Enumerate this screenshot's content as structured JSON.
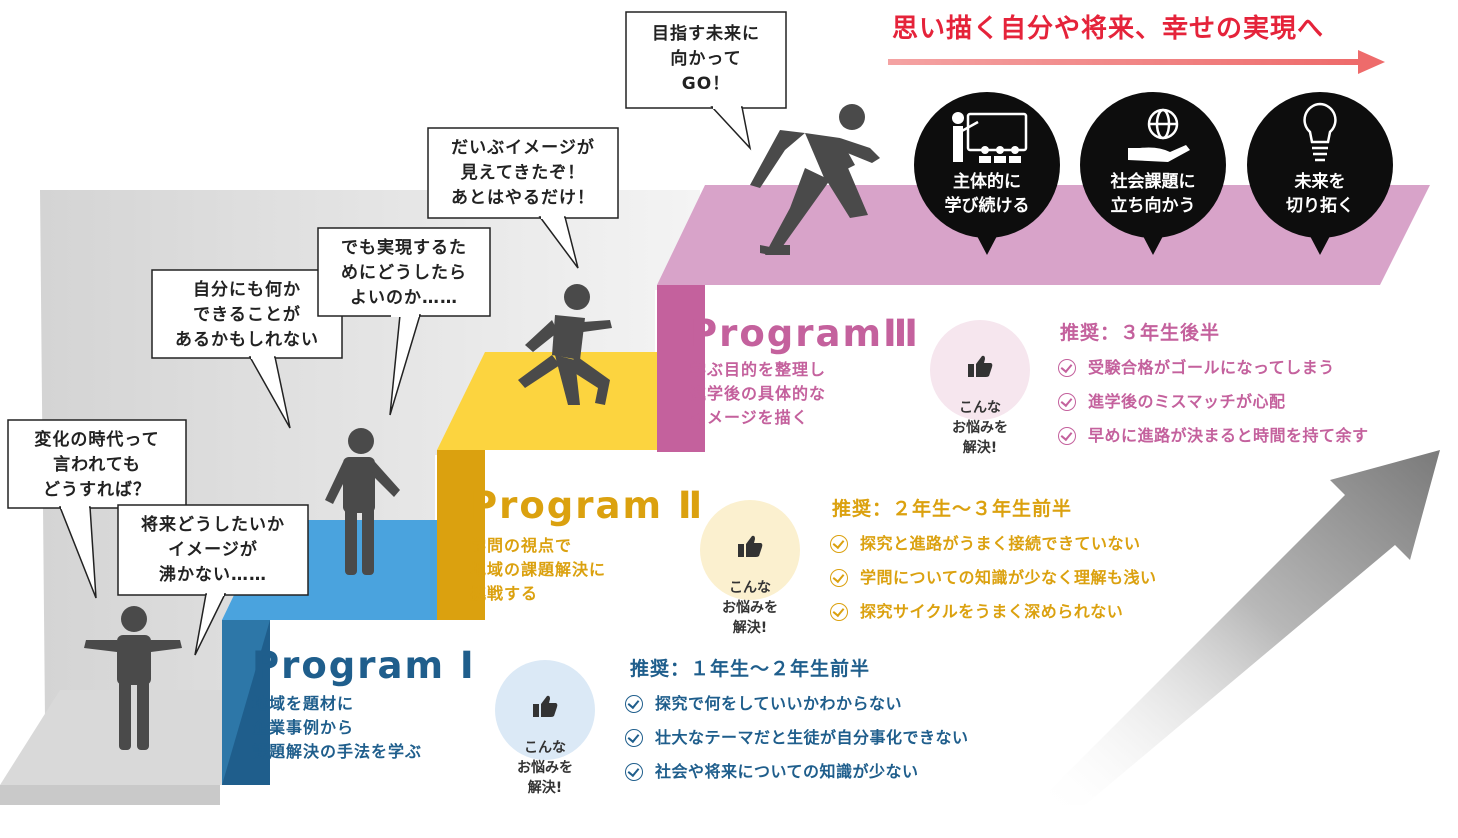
{
  "headline": "思い描く自分や将来、幸せの実現へ",
  "colors": {
    "p1": "#1f5e8c",
    "p2": "#dba10f",
    "p3": "#c4619d",
    "headline": "#e5233a"
  },
  "bubbles": [
    {
      "id": "b1",
      "text": "変化の時代って\n言われても\nどうすれば？"
    },
    {
      "id": "b2",
      "text": "将来どうしたいか\nイメージが\n沸かない……"
    },
    {
      "id": "b3",
      "text": "自分にも何か\nできることが\nあるかもしれない"
    },
    {
      "id": "b4",
      "text": "でも実現するた\nめにどうしたら\nよいのか……"
    },
    {
      "id": "b5",
      "text": "だいぶイメージが\n見えてきたぞ！\nあとはやるだけ！"
    },
    {
      "id": "b6",
      "text": "目指す未来に\n向かって\nGO！"
    }
  ],
  "goals": [
    {
      "icon": "teacher-board-icon",
      "label": "主体的に\n学び続ける"
    },
    {
      "icon": "globe-hand-icon",
      "label": "社会課題に\n立ち向かう"
    },
    {
      "icon": "lightbulb-icon",
      "label": "未来を\n切り拓く"
    }
  ],
  "programs": [
    {
      "title": "Program Ⅰ",
      "desc": "地域を題材に\n企業事例から\n課題解決の手法を学ぶ",
      "badge": "こんな\nお悩みを\n解決!",
      "rec": "推奨：１年生〜２年生前半",
      "issues": [
        "探究で何をしていいかわからない",
        "壮大なテーマだと生徒が自分事化できない",
        "社会や将来についての知識が少ない"
      ]
    },
    {
      "title": "Program Ⅱ",
      "desc": "学問の視点で\n地域の課題解決に\n挑戦する",
      "badge": "こんな\nお悩みを\n解決!",
      "rec": "推奨：２年生〜３年生前半",
      "issues": [
        "探究と進路がうまく接続できていない",
        "学問についての知識が少なく理解も浅い",
        "探究サイクルをうまく深められない"
      ]
    },
    {
      "title": "ProgramⅢ",
      "desc": "学ぶ目的を整理し\n進学後の具体的な\nイメージを描く",
      "badge": "こんな\nお悩みを\n解決!",
      "rec": "推奨：３年生後半",
      "issues": [
        "受験合格がゴールになってしまう",
        "進学後のミスマッチが心配",
        "早めに進路が決まると時間を持て余す"
      ]
    }
  ]
}
